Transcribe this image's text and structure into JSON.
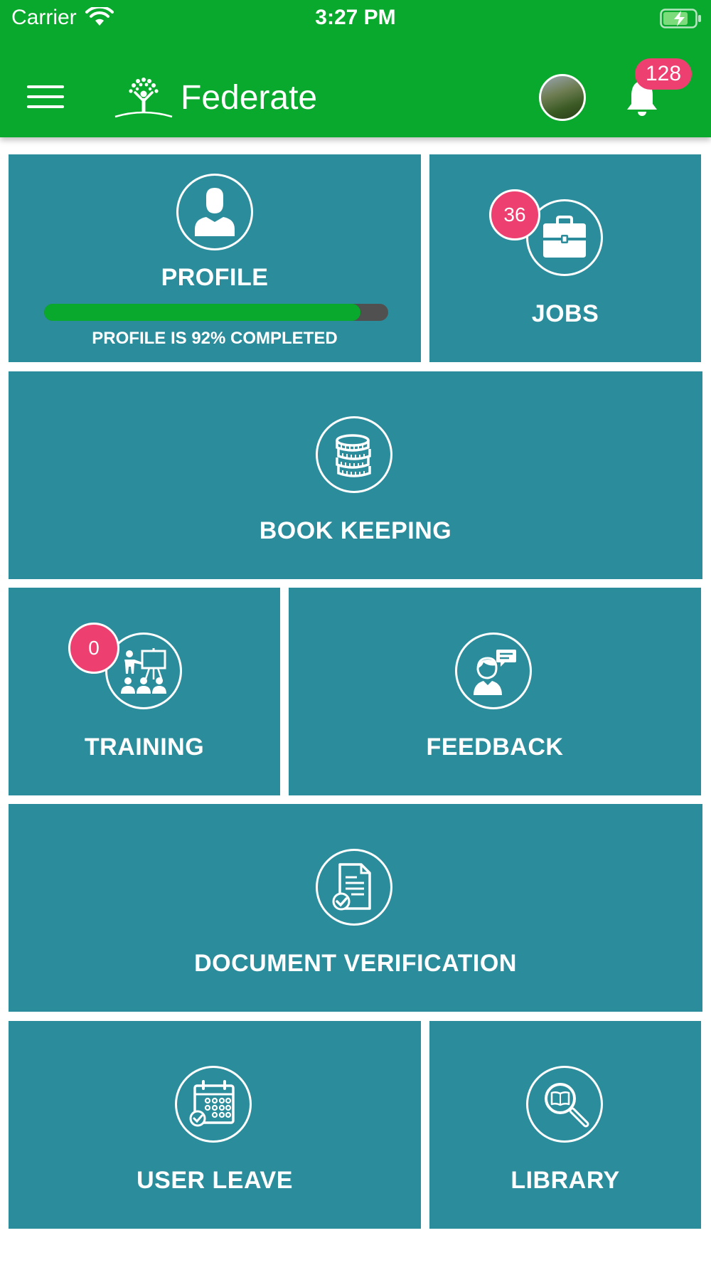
{
  "status_bar": {
    "carrier": "Carrier",
    "time": "3:27 PM",
    "wifi_icon": "wifi-icon",
    "battery_icon": "battery-charging-icon"
  },
  "header": {
    "title": "Federate",
    "menu_icon": "hamburger-menu-icon",
    "logo_icon": "tree-person-logo-icon",
    "avatar": "user-avatar",
    "notification_icon": "bell-icon",
    "notification_count": "128",
    "background_color": "#08a92c"
  },
  "tiles": {
    "profile": {
      "label": "PROFILE",
      "icon": "user-icon",
      "progress_percent": 92,
      "progress_text": "PROFILE IS 92% COMPLETED"
    },
    "jobs": {
      "label": "JOBS",
      "icon": "briefcase-icon",
      "badge": "36"
    },
    "book_keeping": {
      "label": "BOOK KEEPING",
      "icon": "coins-stack-icon"
    },
    "training": {
      "label": "TRAINING",
      "icon": "presentation-icon",
      "badge": "0"
    },
    "feedback": {
      "label": "FEEDBACK",
      "icon": "person-speech-bubble-icon"
    },
    "document_verification": {
      "label": "DOCUMENT VERIFICATION",
      "icon": "document-check-icon"
    },
    "user_leave": {
      "label": "USER LEAVE",
      "icon": "calendar-check-icon"
    },
    "library": {
      "label": "LIBRARY",
      "icon": "book-search-icon"
    }
  },
  "colors": {
    "tile": "#2b8d9c",
    "badge": "#ee4070",
    "progress_fill": "#08a92c",
    "progress_track": "#505050"
  }
}
